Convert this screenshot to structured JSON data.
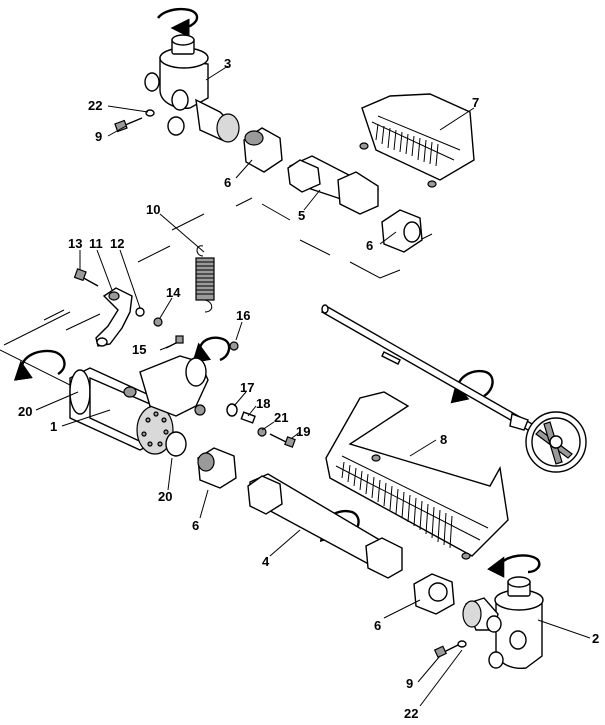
{
  "callouts": {
    "c1": "1",
    "c2": "2",
    "c3": "3",
    "c4": "4",
    "c5": "5",
    "c6a": "6",
    "c6b": "6",
    "c6c": "6",
    "c6d": "6",
    "c7": "7",
    "c8": "8",
    "c9a": "9",
    "c9b": "9",
    "c10": "10",
    "c11": "11",
    "c12": "12",
    "c13": "13",
    "c14": "14",
    "c15": "15",
    "c16": "16",
    "c17": "17",
    "c18": "18",
    "c19": "19",
    "c20a": "20",
    "c20b": "20",
    "c21": "21",
    "c22a": "22",
    "c22b": "22"
  }
}
